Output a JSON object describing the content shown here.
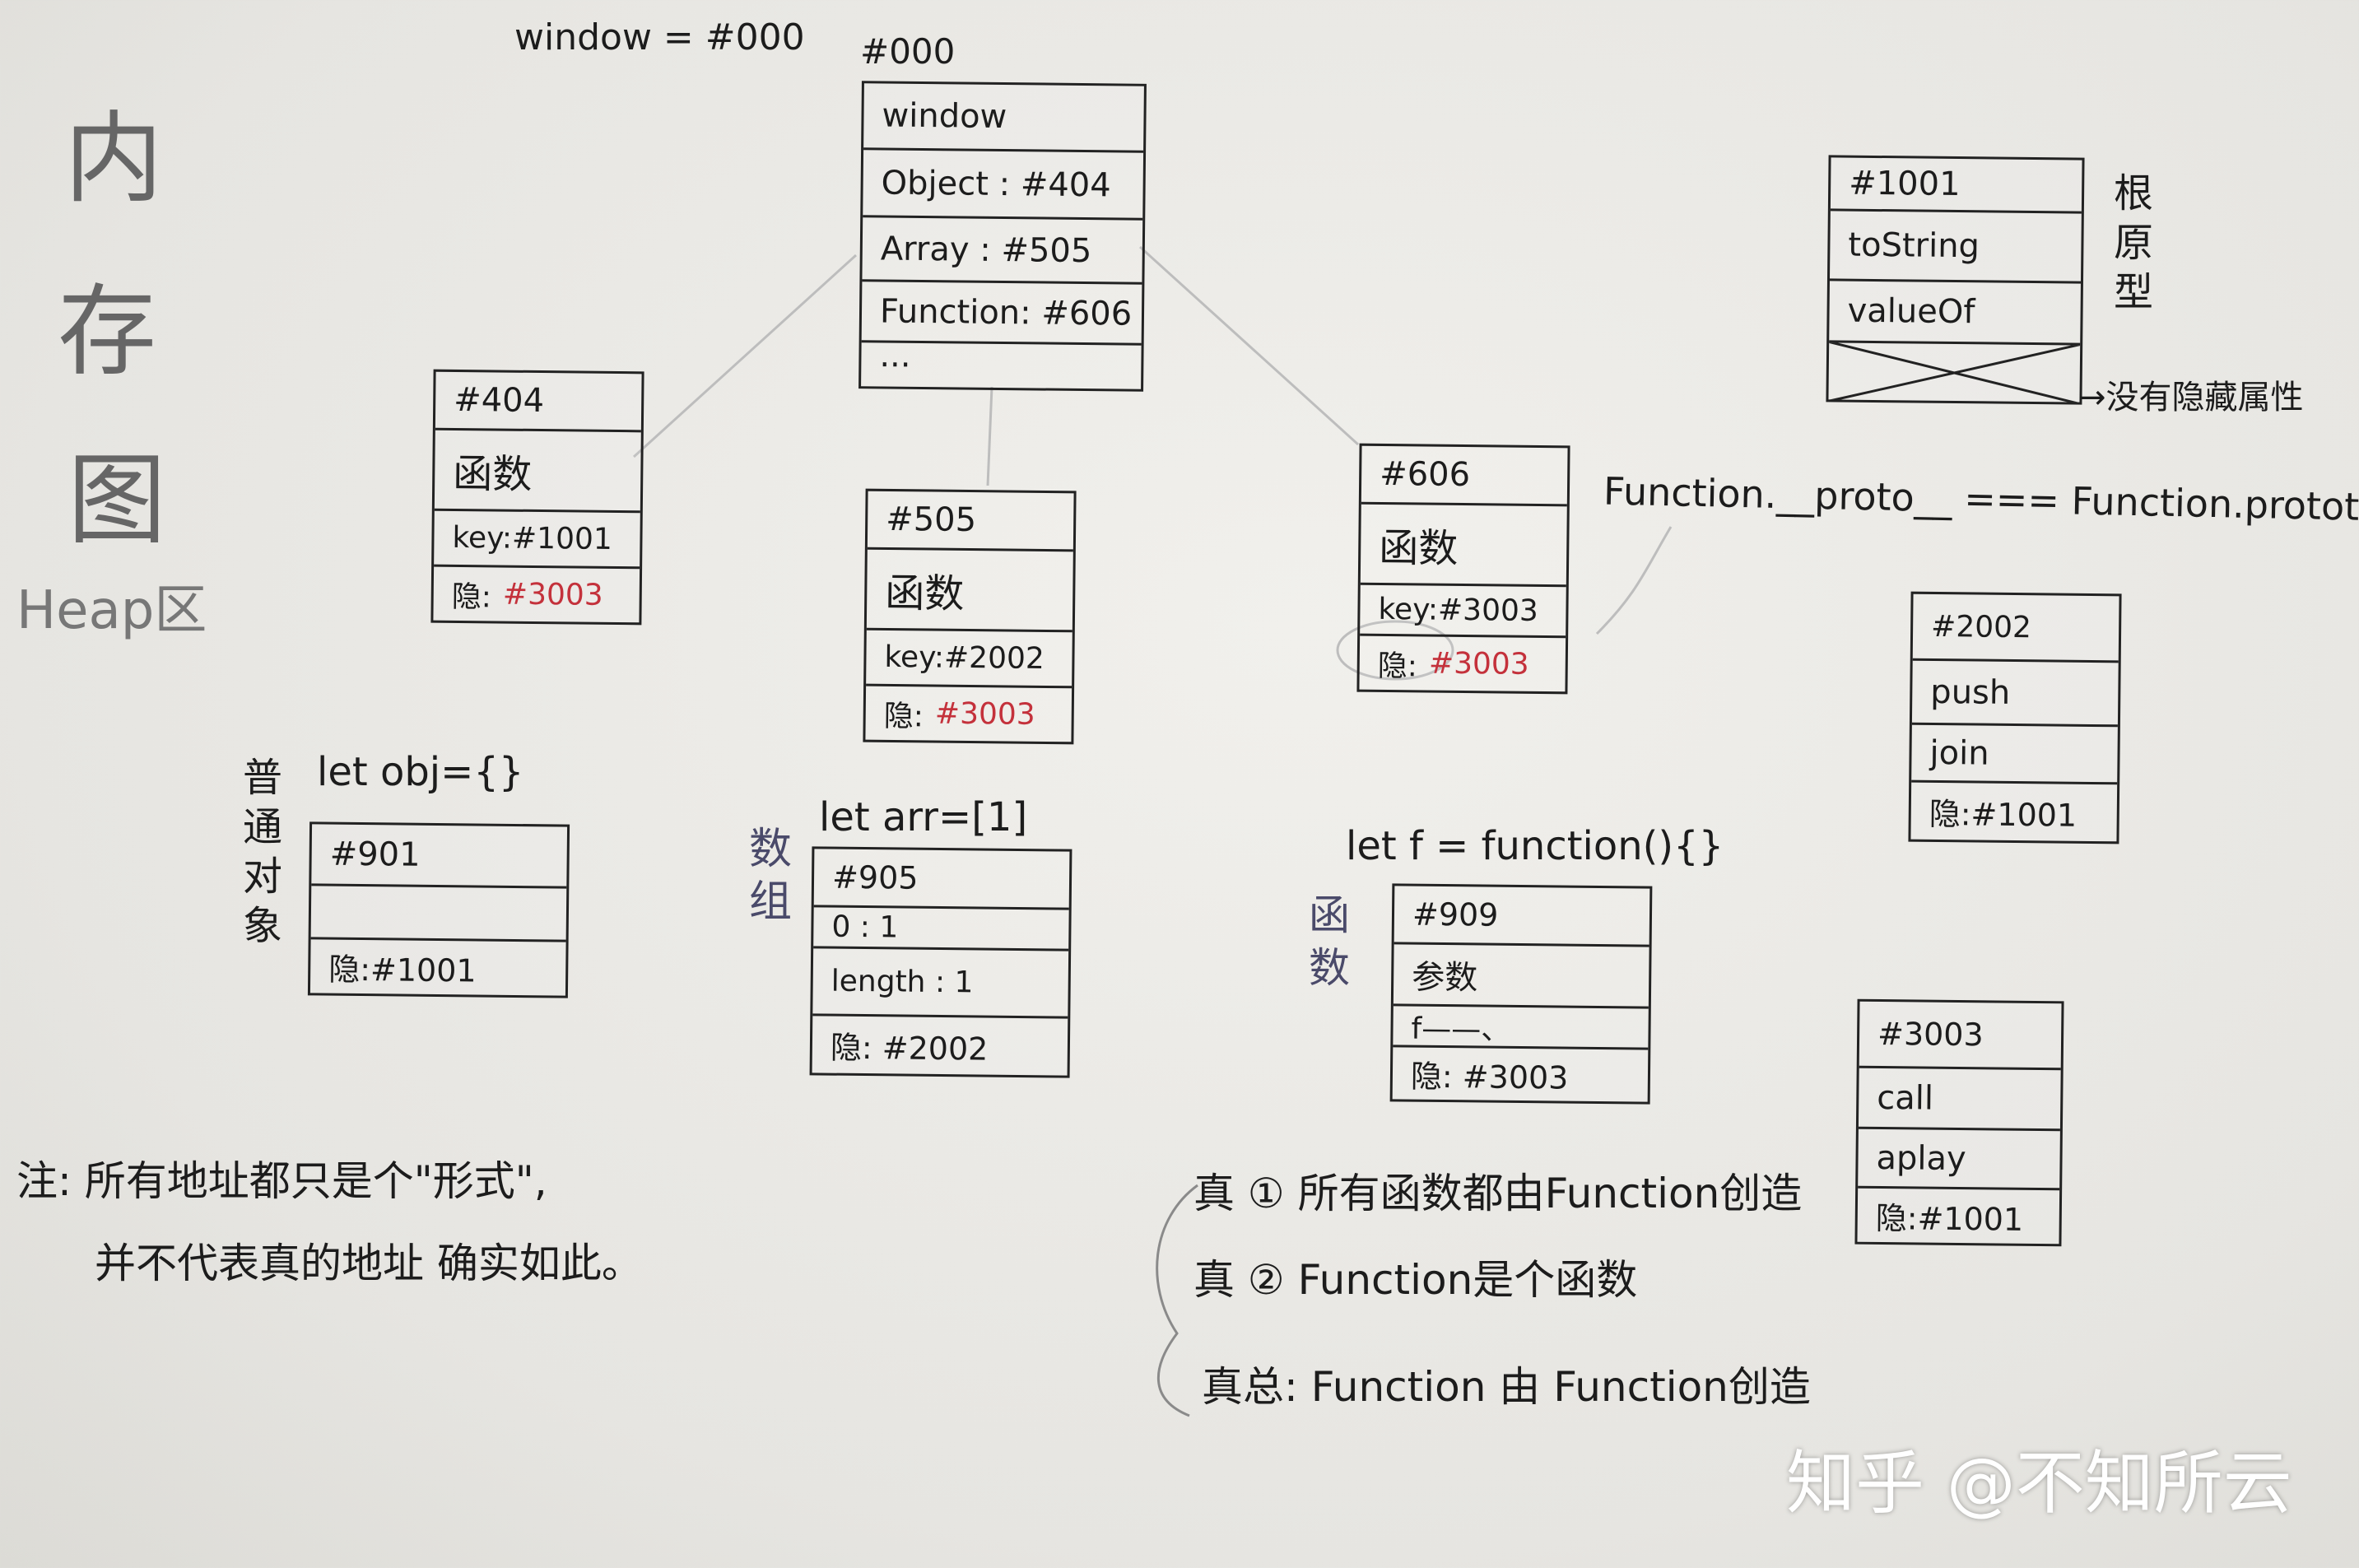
{
  "title": {
    "chars": [
      "内",
      "存",
      "图"
    ],
    "subtitle": "Heap区"
  },
  "window_label": "window = #000",
  "window_box": {
    "header": "#000",
    "rows": [
      "window",
      "Object : #404",
      "Array : #505",
      "Function: #606",
      "···"
    ]
  },
  "box_404": {
    "rows": [
      "#404",
      "函数",
      "key:#1001"
    ],
    "hidden_label": "隐:",
    "hidden_value": "#3003"
  },
  "box_505": {
    "rows": [
      "#505",
      "函数",
      "key:#2002"
    ],
    "hidden_label": "隐:",
    "hidden_value": "#3003"
  },
  "box_606": {
    "rows": [
      "#606",
      "函数",
      "key:#3003"
    ],
    "hidden_label": "隐:",
    "hidden_value": "#3003"
  },
  "box_1001": {
    "rows": [
      "#1001",
      "toString",
      "valueOf"
    ],
    "side_label": [
      "根",
      "原",
      "型"
    ],
    "note": "→没有隐藏属性"
  },
  "proto_equation": "Function.__proto__ === Function.prototype",
  "box_2002": {
    "rows": [
      "#2002",
      "push",
      "join",
      "隐:#1001"
    ]
  },
  "box_3003": {
    "rows": [
      "#3003",
      "call",
      "aplay",
      "隐:#1001"
    ]
  },
  "obj_section": {
    "code": "let  obj={}",
    "side_label": [
      "普",
      "通",
      "对",
      "象"
    ],
    "rows": [
      "#901",
      "",
      "隐:#1001"
    ]
  },
  "arr_section": {
    "code": "let  arr=[1]",
    "side_label": [
      "数",
      "组"
    ],
    "rows": [
      "#905",
      "0 : 1",
      "length : 1",
      "隐: #2002"
    ]
  },
  "fn_section": {
    "code": "let  f = function(){}",
    "side_label": [
      "函",
      "数"
    ],
    "rows": [
      "#909",
      "参数",
      "f——、",
      "隐: #3003"
    ]
  },
  "note": {
    "line1": "注: 所有地址都只是个\"形式\",",
    "line2": "并不代表真的地址 确实如此。"
  },
  "truths": {
    "t1": "真 ① 所有函数都由Function创造",
    "t2": "真 ② Function是个函数",
    "t3": "真总: Function 由 Function创造"
  },
  "watermark": "知乎 @不知所云"
}
